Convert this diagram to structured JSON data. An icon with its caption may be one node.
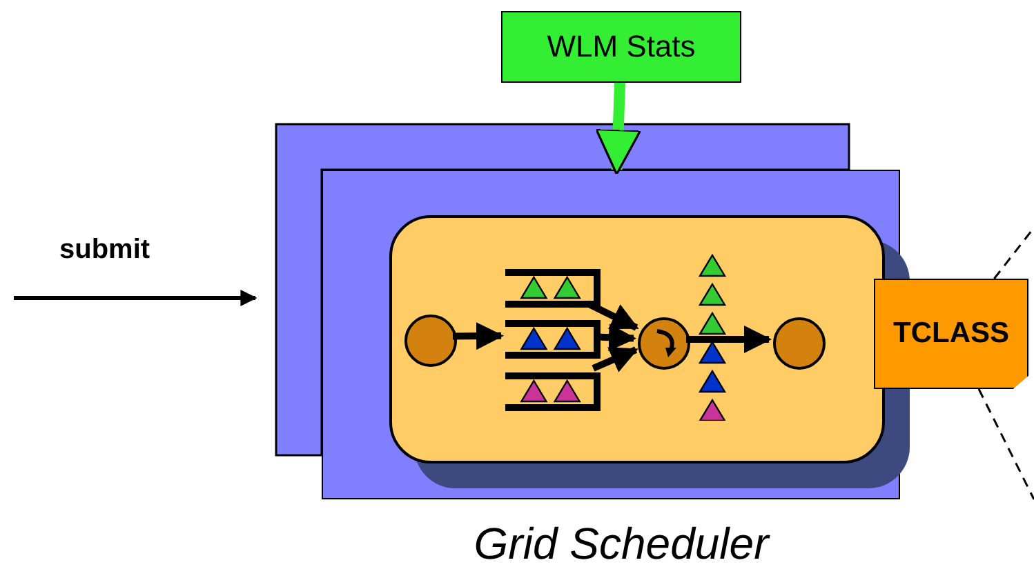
{
  "diagram": {
    "caption": "Grid Scheduler",
    "nodes": [
      {
        "text": [
          "WLM Stats"
        ]
      },
      {
        "text": [],
        "shape": "box"
      },
      {
        "text": [],
        "shape": "box",
        "in": 1
      },
      {
        "text": [],
        "shape": "circle",
        "in": 2
      },
      {
        "text": [],
        "shape": "box",
        "in": 2
      },
      {
        "text": [],
        "shape": "box",
        "in": 2
      },
      {
        "text": [],
        "shape": "box",
        "in": 2
      },
      {
        "text": [],
        "shape": "circle",
        "in": 2
      },
      {
        "text": [],
        "shape": "circle",
        "in": 2
      },
      {
        "text": [
          "TCLASS"
        ]
      }
    ],
    "edges": [
      {
        "from": 0,
        "to": 1,
        "arrow": "to",
        "color": "#33ee33"
      },
      {
        "from": 3,
        "to": 5,
        "arrow": "to"
      },
      {
        "from": 4,
        "to": 7,
        "arrow": "to"
      },
      {
        "from": 5,
        "to": 7,
        "arrow": "to"
      },
      {
        "from": 6,
        "to": 7,
        "arrow": "to"
      },
      {
        "from": 7,
        "to": 8,
        "arrow": "to"
      },
      {
        "from": 9,
        "to": null,
        "arrow": "none",
        "style": "dashed"
      },
      {
        "from": 9,
        "to": null,
        "arrow": "none",
        "style": "dashed"
      }
    ],
    "labels": [
      "submit"
    ]
  }
}
